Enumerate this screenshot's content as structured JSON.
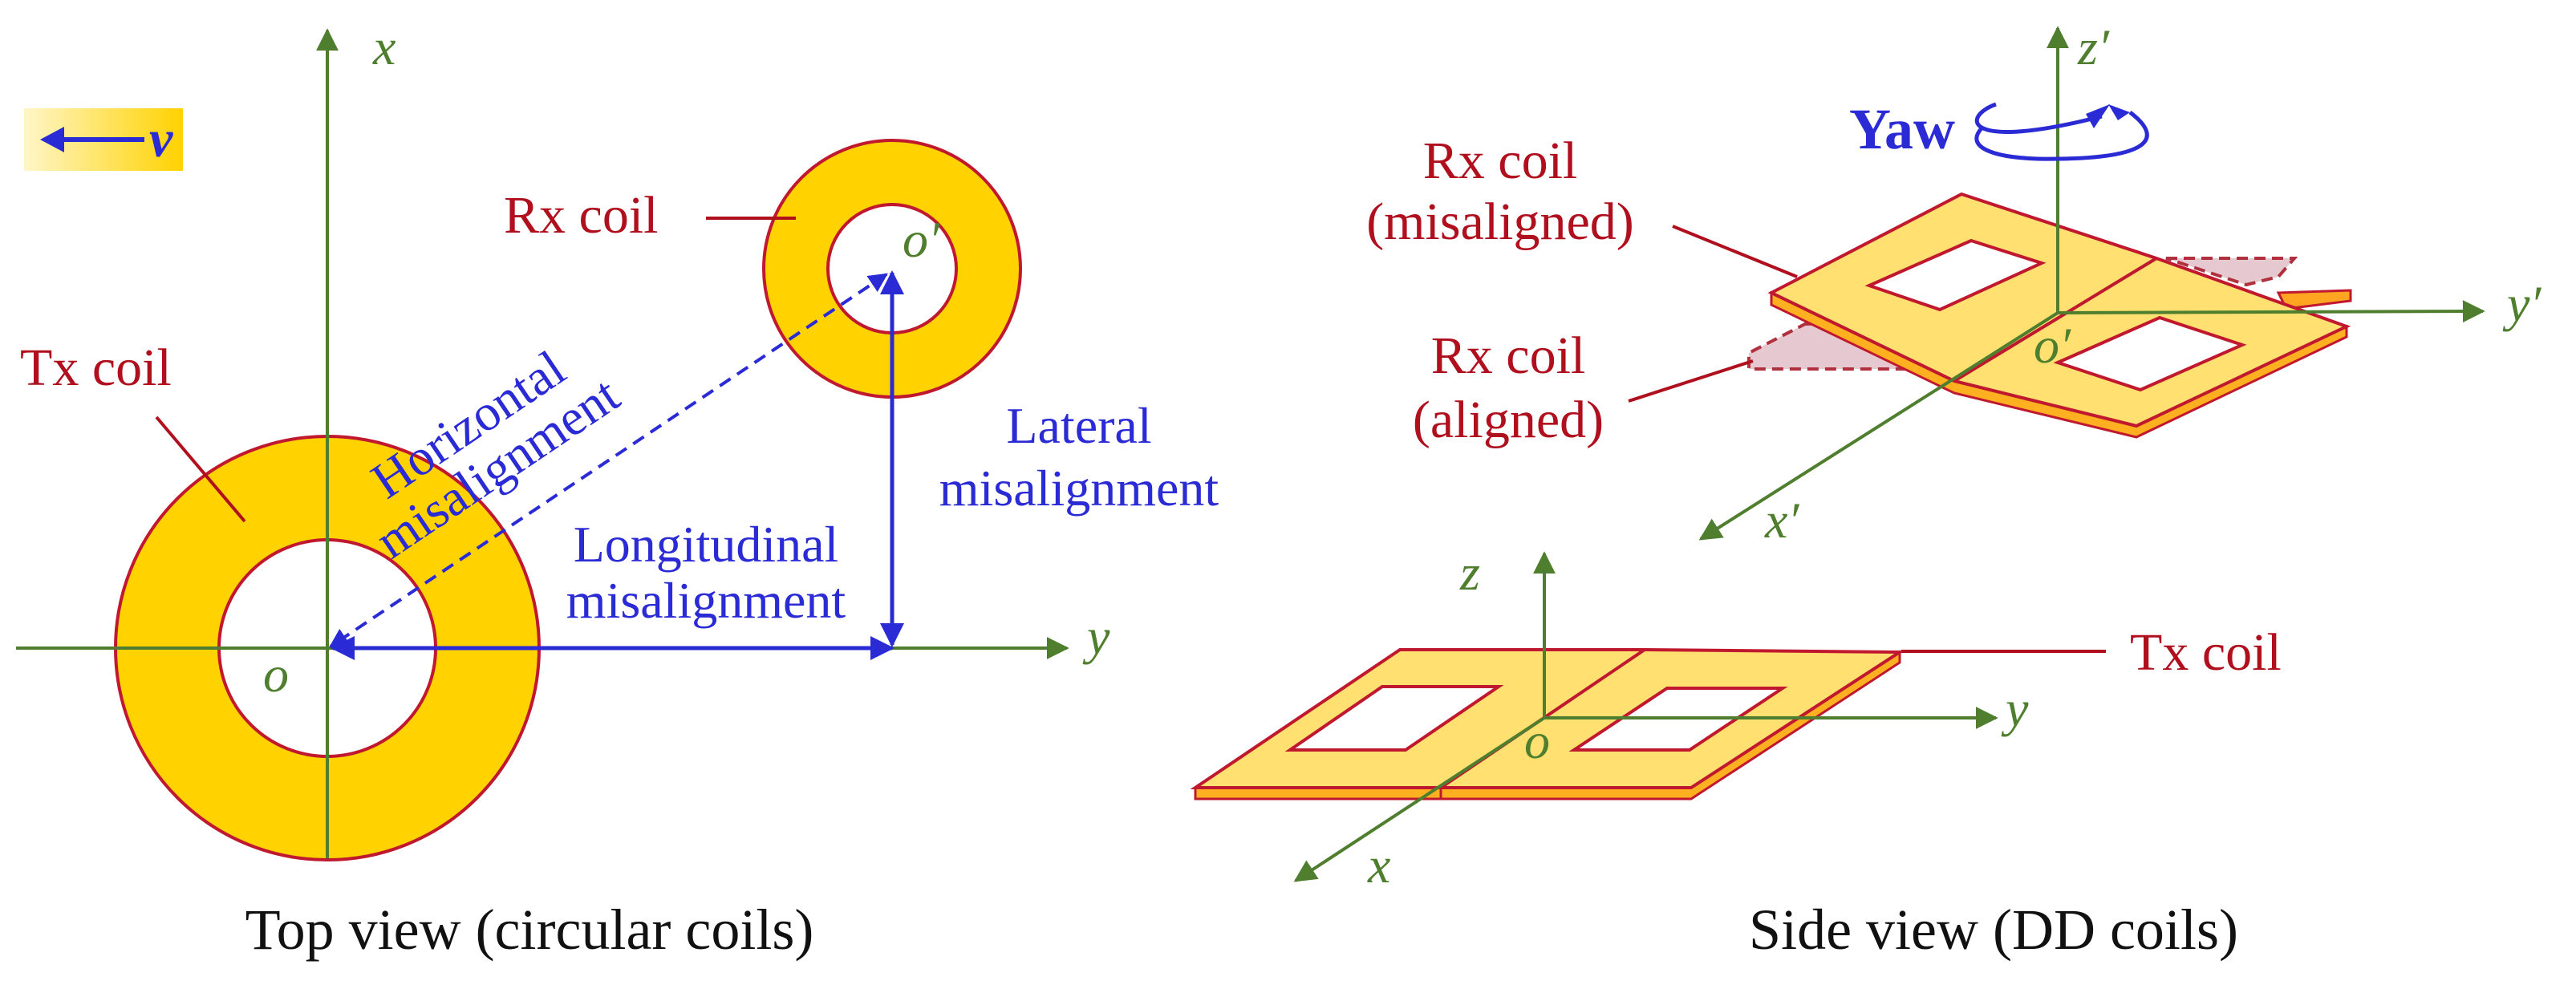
{
  "colors": {
    "axis": "#4f7f2e",
    "coil_fill": "#ffd200",
    "coil_light": "#ffe070",
    "coil_edge": "#c0182e",
    "label_red": "#b0101e",
    "label_blue": "#2b2bd6",
    "ghost_fill": "#e6c8d0",
    "ghost_edge": "#b0303e"
  },
  "icons": {
    "velocity_badge": "arrow-left-icon",
    "yaw": "rotation-arrow-icon"
  },
  "top_view": {
    "velocity": {
      "arrow": "←",
      "symbol": "v"
    },
    "axis_x": "x",
    "axis_y": "y",
    "origin": "o",
    "origin_rx": "o′",
    "tx_label": "Tx coil",
    "rx_label": "Rx coil",
    "horizontal_line1": "Horizontal",
    "horizontal_line2": "misalignment",
    "longitudinal_line1": "Longitudinal",
    "longitudinal_line2": "misalignment",
    "lateral_line1": "Lateral",
    "lateral_line2": "misalignment",
    "caption": "Top view (circular coils)"
  },
  "side_view": {
    "yaw": "Yaw",
    "axis_z_prime": "z′",
    "axis_y_prime": "y′",
    "axis_x_prime": "x′",
    "origin_prime": "o′",
    "rx_mis_line1": "Rx coil",
    "rx_mis_line2": "(misaligned)",
    "rx_al_line1": "Rx coil",
    "rx_al_line2": "(aligned)",
    "axis_z": "z",
    "axis_y": "y",
    "axis_x": "x",
    "origin": "o",
    "tx_label": "Tx coil",
    "caption": "Side view (DD coils)"
  }
}
